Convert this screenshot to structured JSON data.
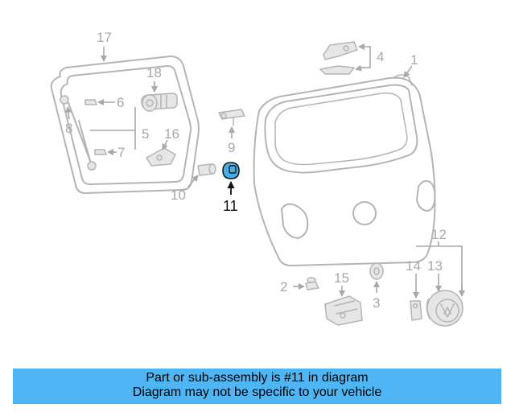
{
  "diagram": {
    "callouts": {
      "c1": "1",
      "c2": "2",
      "c3": "3",
      "c4": "4",
      "c5": "5",
      "c6": "6",
      "c7": "7",
      "c8": "8",
      "c9": "9",
      "c10": "10",
      "c11": "11",
      "c12": "12",
      "c13": "13",
      "c14": "14",
      "c15": "15",
      "c16": "16",
      "c17": "17",
      "c18": "18"
    },
    "highlighted_part": "11",
    "colors": {
      "highlight": "#48aee8",
      "line_art": "#b4b4b4",
      "banner": "#4eb6f4"
    }
  },
  "banner": {
    "line1": "Part or sub-assembly is #11 in diagram",
    "line2": "Diagram may not be specific to your vehicle"
  }
}
